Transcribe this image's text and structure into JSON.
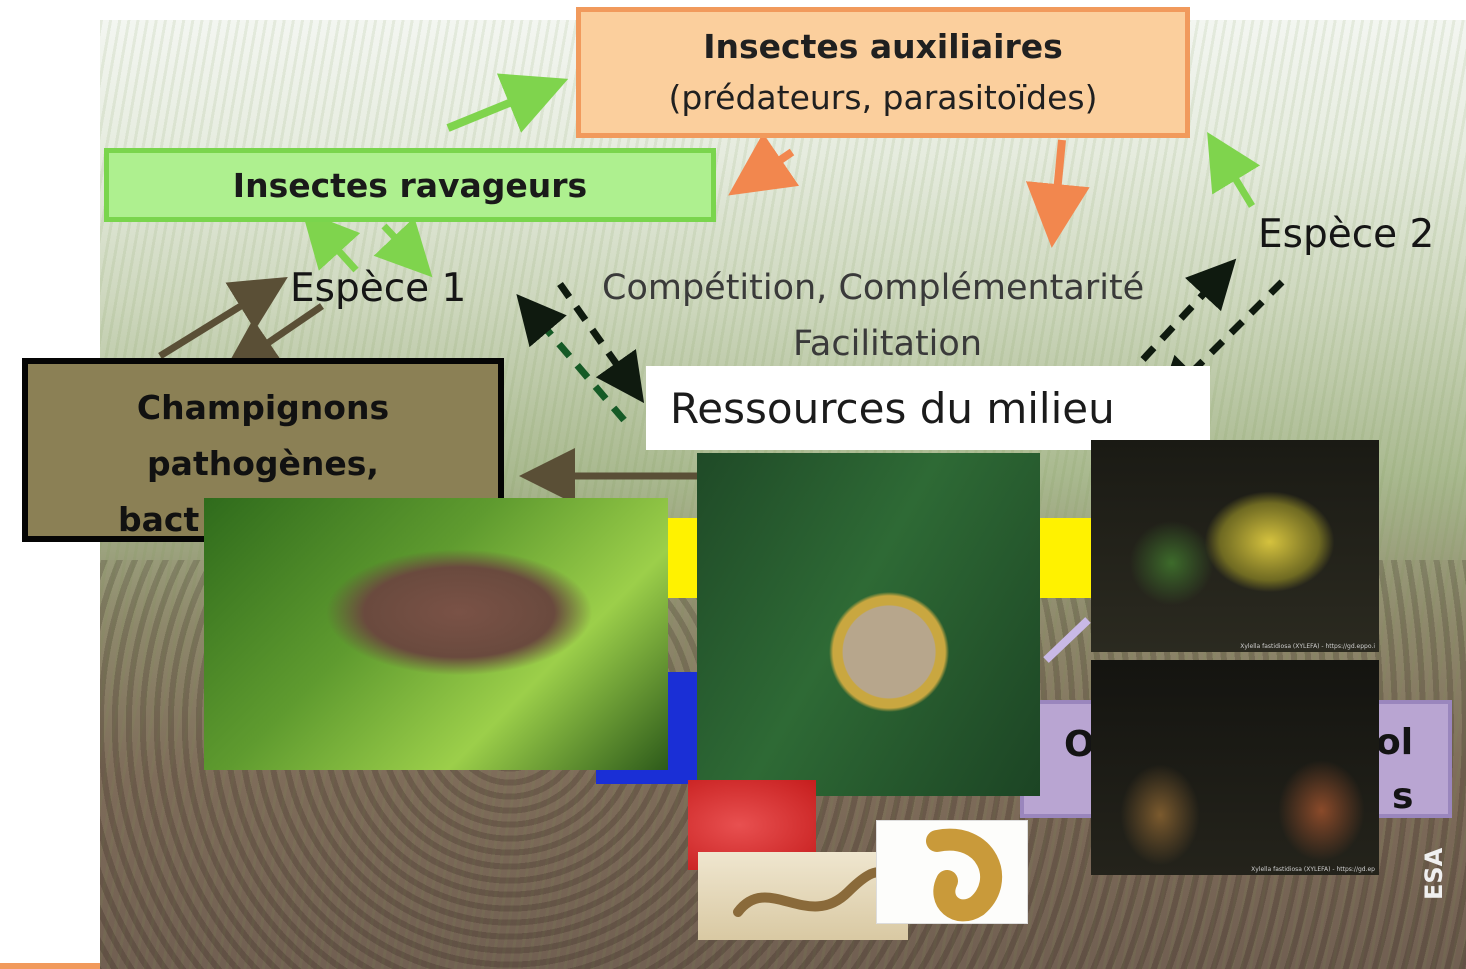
{
  "boxes": {
    "auxiliaires_title": "Insectes auxiliaires",
    "auxiliaires_sub": "(prédateurs, parasitoïdes)",
    "ravageurs": "Insectes ravageurs",
    "champignons_l1": "Champignons",
    "champignons_l2": "pathogènes,",
    "champignons_l3": "bact",
    "ressources": "Ressources du milieu"
  },
  "labels": {
    "espece1": "Espèce 1",
    "espece2": "Espèce 2",
    "competition": "Compétition, Complémentarité",
    "facilitation": "Facilitation"
  },
  "partial": {
    "purple_left": "O",
    "purple_right": "ol",
    "purple_right_below": "s"
  },
  "photo_captions": {
    "vine1": "Xylella fastidiosa (XYLEFA) - https://gd.eppo.i",
    "vine2": "Xylella fastidiosa (XYLEFA) - https://gd.ep"
  },
  "watermark": "ESA",
  "colors": {
    "orange_fill": "#fbcf9d",
    "orange_border": "#f19a5c",
    "green_fill": "#aef08f",
    "green_border": "#7ad54d",
    "brown_fill": "#8b8055",
    "arrow_green": "#7fd44d",
    "arrow_orange": "#f2874e",
    "arrow_dark": "#5a4f36",
    "arrow_dashed": "#0f1a0f"
  },
  "icons": [
    "bug-photo-icon",
    "leaf-spot-photo-icon",
    "vine-leaf-photo-icon",
    "worm-photo-icon",
    "larva-photo-icon"
  ]
}
